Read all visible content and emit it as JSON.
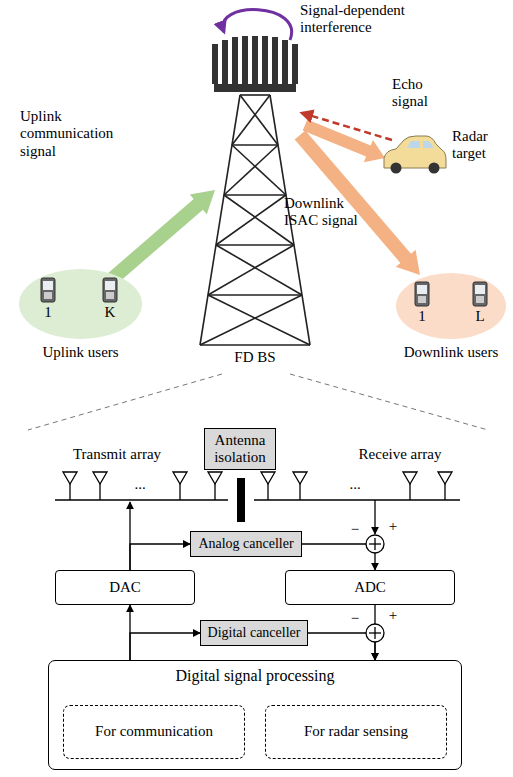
{
  "diagram": {
    "nodes": [
      {
        "text": [
          "1",
          "K",
          "Uplink users"
        ]
      },
      {
        "text": [
          "1",
          "L",
          "Downlink users"
        ]
      },
      {
        "text": [
          "Antenna isolation"
        ]
      },
      {
        "text": [
          "Analog canceller"
        ]
      },
      {
        "text": [
          "DAC"
        ]
      },
      {
        "text": [
          "ADC"
        ]
      },
      {
        "text": [
          "Digital canceller"
        ]
      },
      {
        "text": [
          "Digital signal processing"
        ]
      },
      {
        "text": [
          "For communication"
        ],
        "in": 7
      },
      {
        "text": [
          "For radar sensing"
        ],
        "in": 7
      }
    ],
    "edges": [
      {
        "from": 7,
        "to": 4,
        "arrow": "to"
      },
      {
        "from": 7,
        "to": 6,
        "arrow": "to"
      },
      {
        "from": 4,
        "to": 3,
        "arrow": "to"
      },
      {
        "from": 3,
        "to": 5,
        "arrow": "to"
      },
      {
        "from": 5,
        "to": 7,
        "arrow": "to"
      },
      {
        "from": 6,
        "to": 7,
        "arrow": "to"
      }
    ],
    "labels": [
      "Signal-dependent interference",
      "Uplink communication signal",
      "Echo signal",
      "Radar target",
      "Downlink ISAC signal",
      "FD BS",
      "Transmit array",
      "Receive array",
      "···",
      "···",
      "...",
      "...",
      "−",
      "+",
      "−",
      "+"
    ]
  }
}
